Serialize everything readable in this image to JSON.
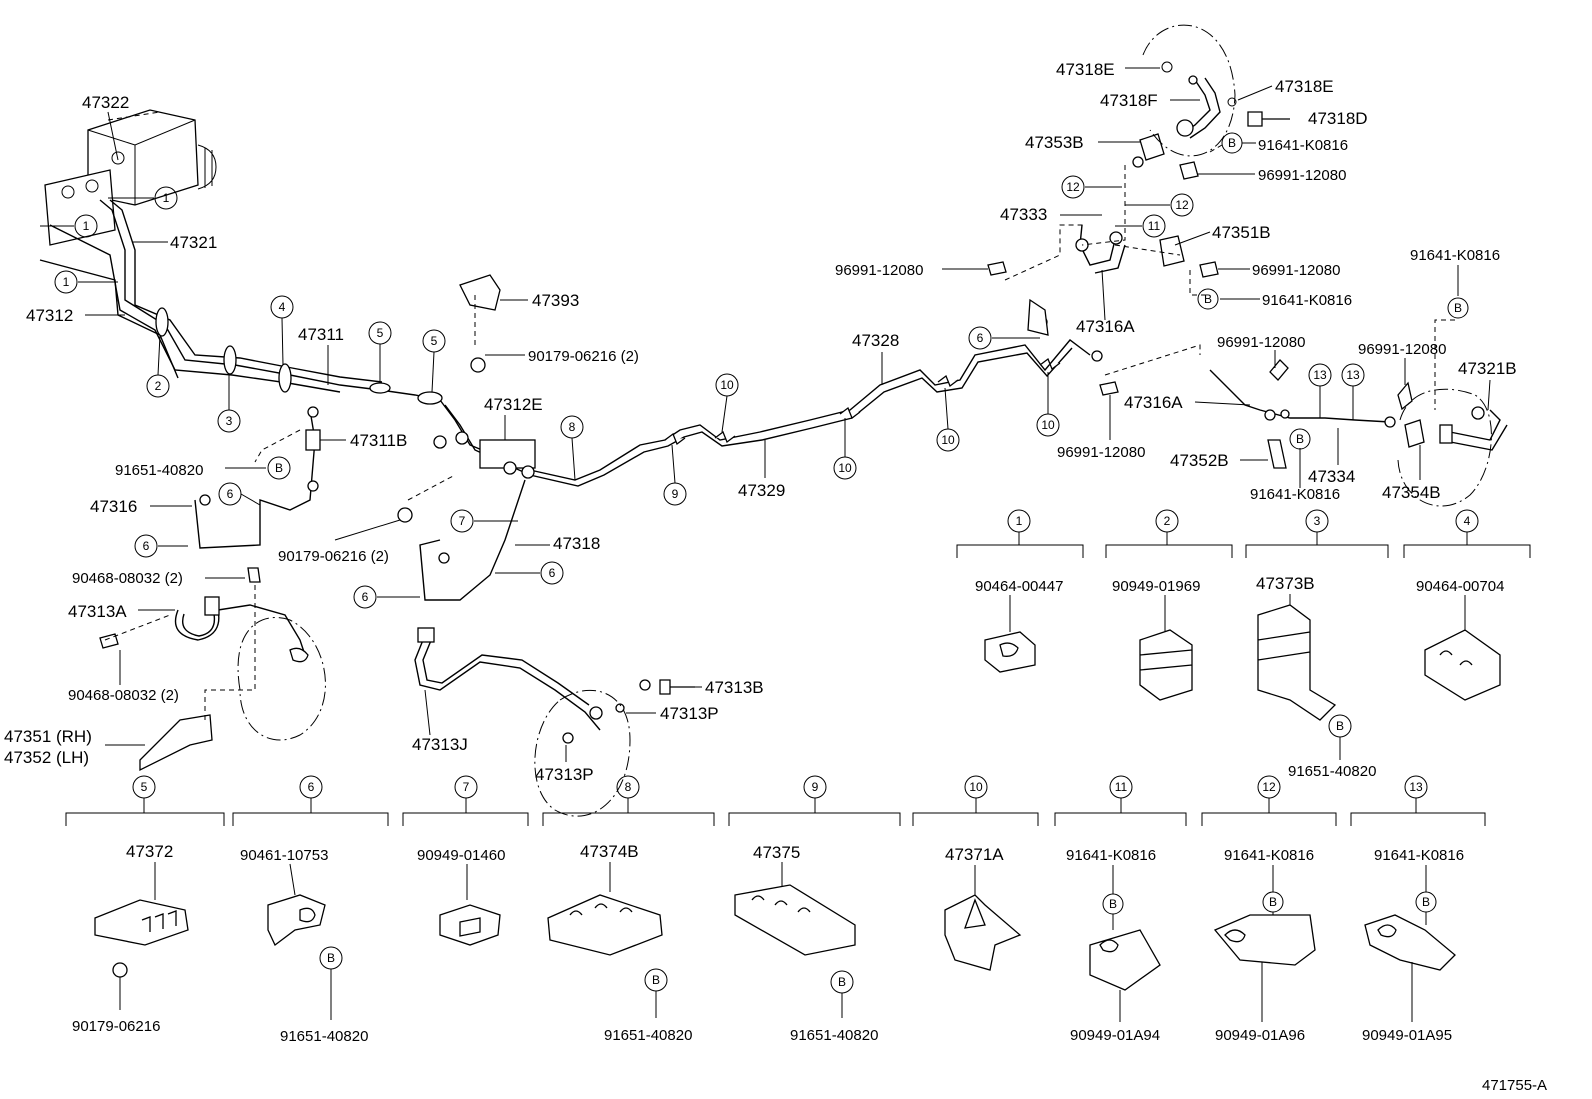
{
  "diagram": {
    "labels": {
      "l_47322": "47322",
      "l_47321": "47321",
      "l_47312": "47312",
      "l_47311": "47311",
      "l_47393": "47393",
      "l_90179_06216_2a": "90179-06216 (2)",
      "l_47311B": "47311B",
      "l_91651_40820a": "91651-40820",
      "l_47316": "47316",
      "l_90468_08032_2a": "90468-08032 (2)",
      "l_47313A": "47313A",
      "l_90468_08032_2b": "90468-08032 (2)",
      "l_47351": "47351 (RH)",
      "l_47352": "47352 (LH)",
      "l_47312E": "47312E",
      "l_90179_06216_2b": "90179-06216 (2)",
      "l_47318": "47318",
      "l_47313J": "47313J",
      "l_47313B": "47313B",
      "l_47313P_a": "47313P",
      "l_47313P_b": "47313P",
      "l_47329": "47329",
      "l_47328": "47328",
      "l_47318E_a": "47318E",
      "l_47318E_b": "47318E",
      "l_47318F": "47318F",
      "l_47318D": "47318D",
      "l_47353B": "47353B",
      "l_91641_K0816_a": "91641-K0816",
      "l_96991_12080_a": "96991-12080",
      "l_47333": "47333",
      "l_47351B": "47351B",
      "l_96991_12080_b": "96991-12080",
      "l_96991_12080_c": "96991-12080",
      "l_91641_K0816_b": "91641-K0816",
      "l_47316A_a": "47316A",
      "l_96991_12080_d": "96991-12080",
      "l_96991_12080_e": "96991-12080",
      "l_91641_K0816_c": "91641-K0816",
      "l_47321B": "47321B",
      "l_47316A_b": "47316A",
      "l_96991_12080_f": "96991-12080",
      "l_47352B": "47352B",
      "l_47334": "47334",
      "l_91641_K0816_d": "91641-K0816",
      "l_47354B": "47354B",
      "l_90464_00447": "90464-00447",
      "l_90949_01969": "90949-01969",
      "l_47373B": "47373B",
      "l_90464_00704": "90464-00704",
      "l_91651_40820b": "91651-40820",
      "l_47372": "47372",
      "l_90179_06216": "90179-06216",
      "l_90461_10753": "90461-10753",
      "l_91651_40820c": "91651-40820",
      "l_90949_01460": "90949-01460",
      "l_47374B": "47374B",
      "l_91651_40820d": "91651-40820",
      "l_47375": "47375",
      "l_91651_40820e": "91651-40820",
      "l_47371A": "47371A",
      "l_91641_K0816_e": "91641-K0816",
      "l_90949_01A94": "90949-01A94",
      "l_91641_K0816_f": "91641-K0816",
      "l_90949_01A96": "90949-01A96",
      "l_91641_K0816_g": "91641-K0816",
      "l_90949_01A95": "90949-01A95",
      "l_ref": "471755-A"
    },
    "callouts": {
      "n1": "1",
      "n2": "2",
      "n3": "3",
      "n4": "4",
      "n5": "5",
      "n6": "6",
      "n7": "7",
      "n8": "8",
      "n9": "9",
      "n10": "10",
      "n11": "11",
      "n12": "12",
      "n13": "13",
      "b": "B"
    }
  }
}
